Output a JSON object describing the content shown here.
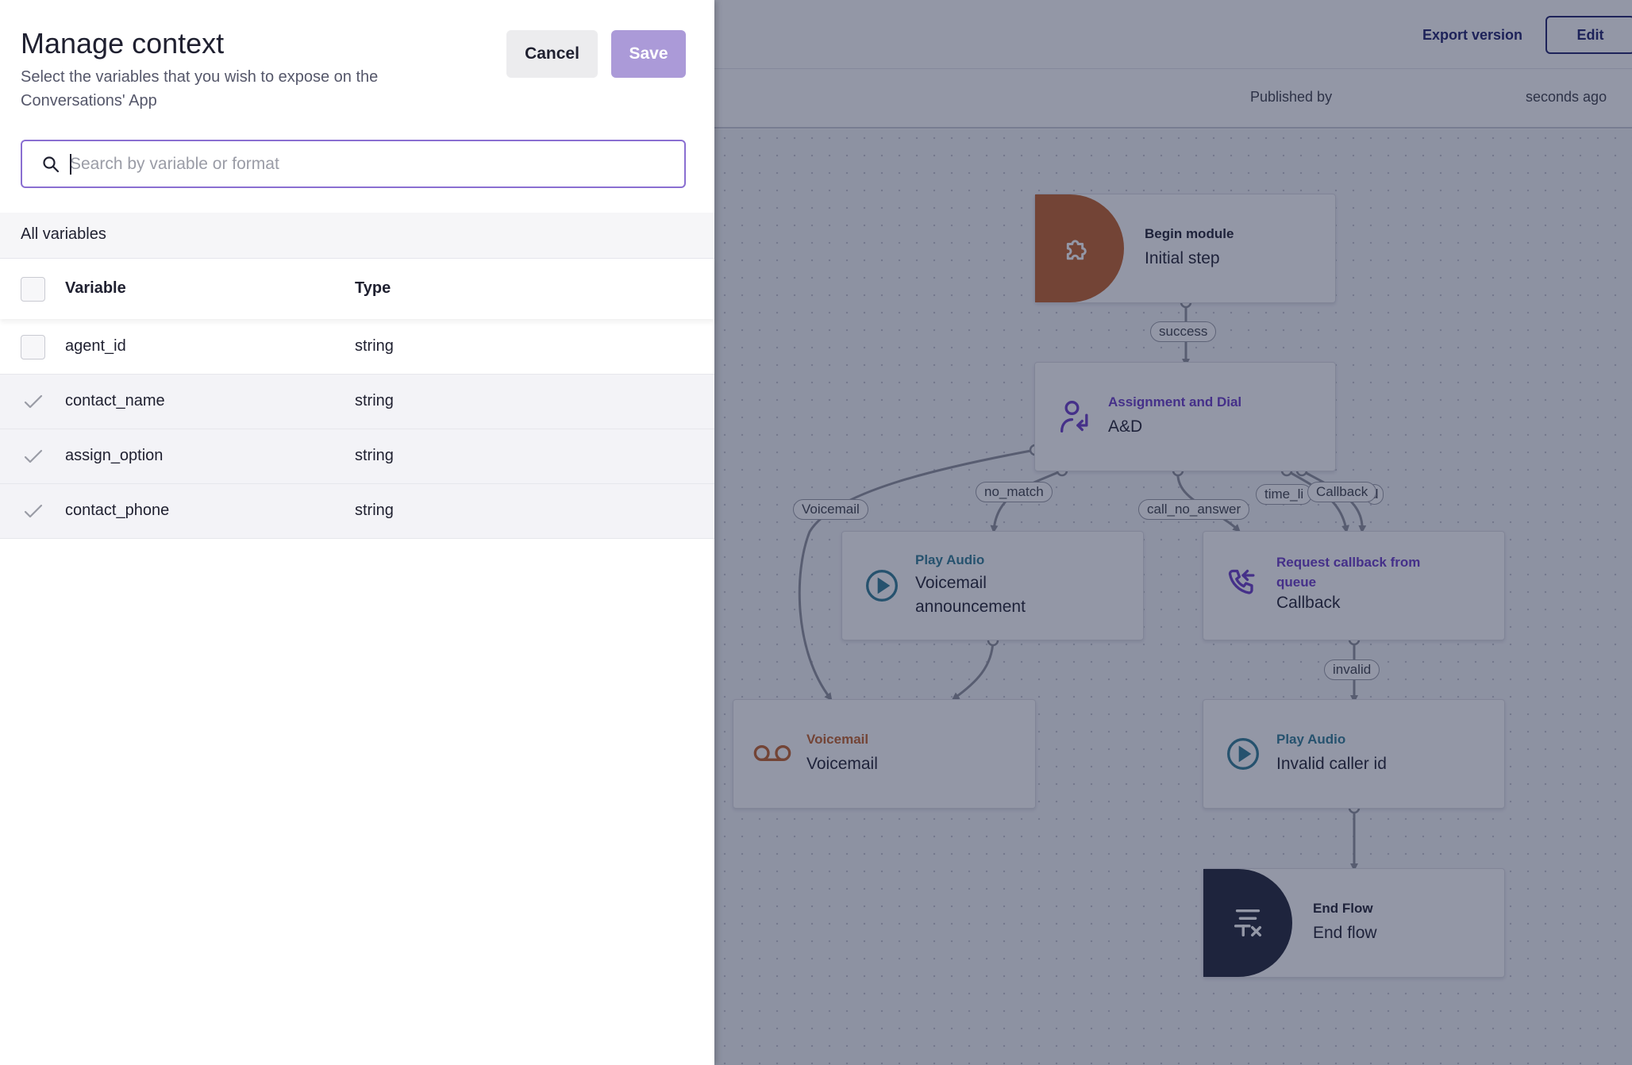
{
  "toolbar": {
    "export_label": "Export version",
    "edit_label": "Edit"
  },
  "publish": {
    "published_by_label": "Published by",
    "published_time": "seconds ago"
  },
  "flow": {
    "nodes": {
      "begin": {
        "type": "Begin module",
        "name": "Initial step",
        "icon": "puzzle-icon"
      },
      "assign": {
        "type": "Assignment and Dial",
        "name": "A&D",
        "icon": "assignment-dial-icon"
      },
      "play_voicemail": {
        "type": "Play Audio",
        "name": "Voicemail announcement",
        "icon": "play-icon"
      },
      "callback": {
        "type": "Request callback from queue",
        "name": "Callback",
        "icon": "phone-callback-icon"
      },
      "voicemail": {
        "type": "Voicemail",
        "name": "Voicemail",
        "icon": "voicemail-icon"
      },
      "play_invalid": {
        "type": "Play Audio",
        "name": "Invalid caller id",
        "icon": "play-icon"
      },
      "end": {
        "type": "End Flow",
        "name": "End flow",
        "icon": "end-flow-icon"
      }
    },
    "edges": {
      "success": "success",
      "voicemail": "Voicemail",
      "no_match": "no_match",
      "call_no_answer": "call_no_answer",
      "time_limit": "time_li",
      "callback": "Callback",
      "callback_tail": "d",
      "invalid": "invalid"
    },
    "colors": {
      "begin": "#c2602a",
      "assign": "#6a3bc8",
      "play": "#2f7c95",
      "voicemail": "#c2602a",
      "end": "#1f2436",
      "edge": "#8e9099"
    }
  },
  "drawer": {
    "title": "Manage context",
    "description": "Select the variables that you wish to expose on the Conversations' App",
    "cancel_label": "Cancel",
    "save_label": "Save",
    "search_placeholder": "Search by variable or format",
    "section_label": "All variables",
    "columns": {
      "variable": "Variable",
      "type": "Type"
    },
    "rows": [
      {
        "variable": "agent_id",
        "type": "string",
        "checked": false
      },
      {
        "variable": "contact_name",
        "type": "string",
        "checked": true
      },
      {
        "variable": "assign_option",
        "type": "string",
        "checked": true
      },
      {
        "variable": "contact_phone",
        "type": "string",
        "checked": true
      }
    ]
  }
}
